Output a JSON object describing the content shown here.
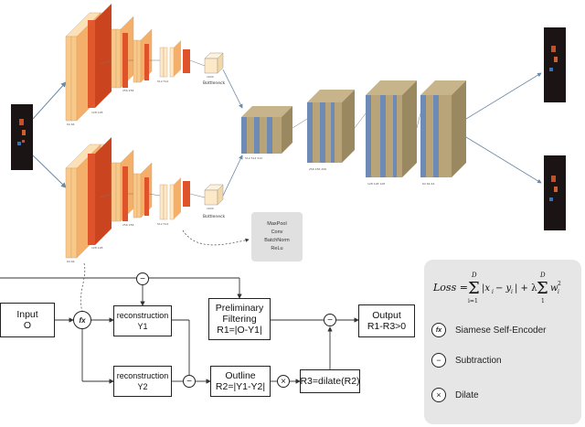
{
  "network": {
    "encoder_labels_top": [
      "64 64",
      "128 128",
      "256 256",
      "512 512",
      "1024"
    ],
    "encoder_labels_bottom": [
      "64 64",
      "128 128",
      "256 256",
      "512 512",
      "1024"
    ],
    "bottleneck_label": "Bottleneck",
    "decoder_labels": [
      "512 512 512",
      "256 256 256",
      "128 128 128",
      "64 64 64"
    ],
    "block_legend": [
      "MaxPool",
      "Conv",
      "BatchNorm",
      "ReLu"
    ]
  },
  "flow": {
    "input": [
      "Input",
      "O"
    ],
    "recon_y1": [
      "reconstruction",
      "Y1"
    ],
    "recon_y2": [
      "reconstruction",
      "Y2"
    ],
    "prelim": [
      "Preliminary",
      "Filtering",
      "R1=|O-Y1|"
    ],
    "outline": [
      "Outline",
      "R2=|Y1-Y2|"
    ],
    "dilate_box": [
      "R3=dilate(R2)"
    ],
    "output": [
      "Output",
      "R1-R3>0"
    ],
    "fx_symbol": "fx",
    "minus_symbol": "−",
    "times_symbol": "×"
  },
  "legend": {
    "loss": "Loss = Σ_{i=1}^{D} |x_i − y_i| + λ Σ_{1}^{D} w_i^2",
    "items": [
      {
        "icon": "fx",
        "label": "Siamese Self-Encoder"
      },
      {
        "icon": "−",
        "label": "Subtraction"
      },
      {
        "icon": "×",
        "label": "Dilate"
      }
    ]
  },
  "colors": {
    "enc_light": "#f9c98a",
    "enc_dark": "#e0532a",
    "dec_blue": "#6d8bb5",
    "dec_tan": "#b9a47a",
    "legend_bg": "#e6e6e6",
    "img_bg": "#1a1414"
  }
}
